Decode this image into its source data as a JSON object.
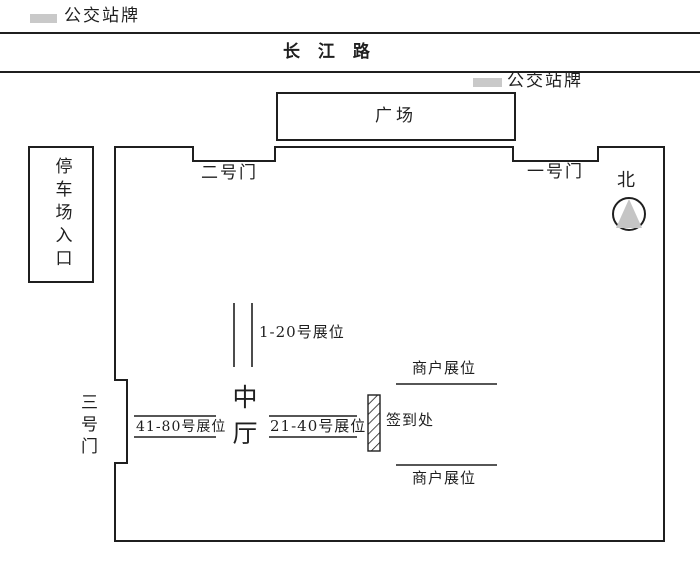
{
  "colors": {
    "ink": "#1f1f1f",
    "bus_marker": "#c9c9c9",
    "compass_triangle": "#c5c5c5",
    "background": "#ffffff"
  },
  "legend": {
    "bus_stop_top_label": "公交站牌",
    "bus_stop_right_label": "公交站牌"
  },
  "road": {
    "name": "长 江 路"
  },
  "plaza": {
    "label": "广场"
  },
  "parking": {
    "label": "停车场入口"
  },
  "gates": {
    "gate1_label": "一号门",
    "gate2_label": "二号门",
    "gate3_label": "三号门"
  },
  "compass": {
    "north_label": "北"
  },
  "hall": {
    "label": "中厅"
  },
  "booths": {
    "row_1_20": "1-20号展位",
    "row_21_40": "21-40号展位",
    "row_41_80": "41-80号展位",
    "merchant_top": "商户展位",
    "merchant_bottom": "商户展位",
    "checkin": "签到处"
  }
}
